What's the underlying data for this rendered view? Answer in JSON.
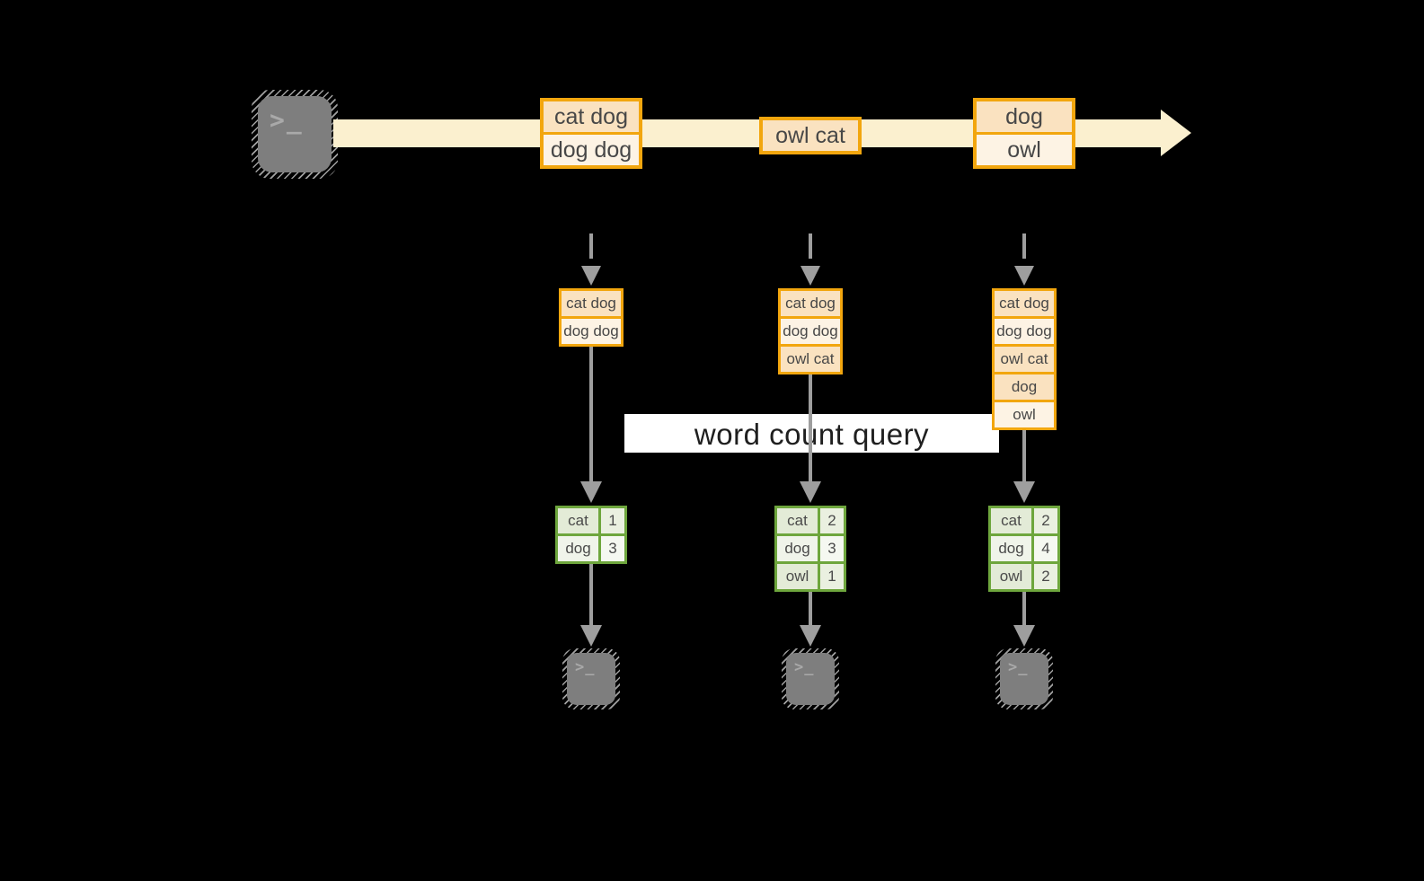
{
  "colors": {
    "background": "#000000",
    "stream_band": "#FBF0CF",
    "accent_orange": "#F2A60E",
    "record_fill_dark": "#FAE2C0",
    "record_fill_light": "#FDF3E4",
    "accent_green": "#6EA63D",
    "count_label_fill_odd": "#E3EBD7",
    "count_value_fill_odd": "#EAF0E0",
    "count_label_fill_even": "#F0F4EA",
    "count_value_fill_even": "#F5F8F1",
    "arrow_gray": "#9E9E9E",
    "terminal_gray": "#7E7E7E"
  },
  "source": {
    "icon": "terminal-icon",
    "glyph": ">_"
  },
  "sink": {
    "icon": "terminal-icon",
    "glyph": ">_"
  },
  "stream": {
    "records": [
      {
        "lines": [
          "cat dog",
          "dog dog"
        ]
      },
      {
        "lines": [
          "owl cat"
        ]
      },
      {
        "lines": [
          "dog",
          "owl"
        ]
      }
    ]
  },
  "query_label": {
    "text": "word count query"
  },
  "columns": [
    {
      "state": [
        "cat dog",
        "dog dog"
      ],
      "counts": [
        [
          "cat",
          "1"
        ],
        [
          "dog",
          "3"
        ]
      ]
    },
    {
      "state": [
        "cat dog",
        "dog dog",
        "owl cat"
      ],
      "counts": [
        [
          "cat",
          "2"
        ],
        [
          "dog",
          "3"
        ],
        [
          "owl",
          "1"
        ]
      ]
    },
    {
      "state": [
        "cat dog",
        "dog dog",
        "owl cat",
        "dog",
        "owl"
      ],
      "counts": [
        [
          "cat",
          "2"
        ],
        [
          "dog",
          "4"
        ],
        [
          "owl",
          "2"
        ]
      ]
    }
  ]
}
